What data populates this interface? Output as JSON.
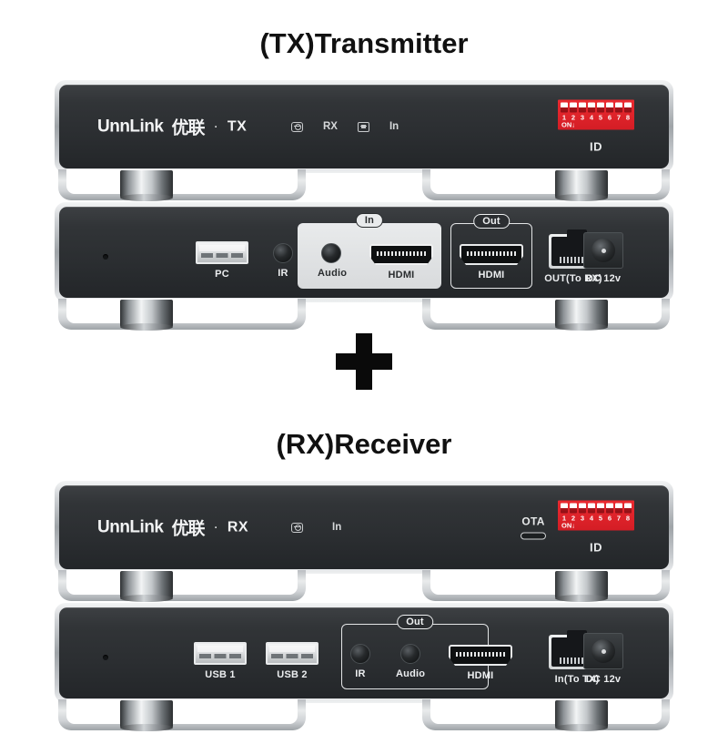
{
  "tx": {
    "title": "(TX)Transmitter",
    "front": {
      "brand": "UnnLink",
      "brand_cn": "优联",
      "separator": "·",
      "model": "TX",
      "indicators": [
        {
          "name": "link-indicator",
          "label": "",
          "icon": "link-icon"
        },
        {
          "name": "rx-indicator",
          "label": "RX",
          "icon": ""
        },
        {
          "name": "display-indicator",
          "label": "",
          "icon": "tv-icon"
        },
        {
          "name": "in-indicator",
          "label": "In",
          "icon": ""
        }
      ],
      "dip": {
        "numbers": [
          "1",
          "2",
          "3",
          "4",
          "5",
          "6",
          "7",
          "8"
        ],
        "on_label": "ON",
        "states": [
          "off",
          "off",
          "off",
          "off",
          "off",
          "off",
          "off",
          "off"
        ],
        "id_label": "ID"
      }
    },
    "rear": {
      "ports": [
        {
          "name": "pc-usb-port",
          "label": "PC",
          "type": "usb"
        },
        {
          "name": "ir-port",
          "label": "IR",
          "type": "jack"
        },
        {
          "name": "audio-in-port",
          "label": "Audio",
          "type": "jack"
        },
        {
          "name": "hdmi-in-port",
          "label": "HDMI",
          "type": "hdmi"
        },
        {
          "name": "hdmi-out-port",
          "label": "HDMI",
          "type": "hdmi"
        },
        {
          "name": "rj45-out-port",
          "label": "OUT(To RX)",
          "type": "rj45"
        },
        {
          "name": "dc-power-port",
          "label": "DC 12v",
          "type": "dc"
        }
      ],
      "group_in_tag": "In",
      "group_out_tag": "Out"
    }
  },
  "separator_symbol": "+",
  "rx": {
    "title": "(RX)Receiver",
    "front": {
      "brand": "UnnLink",
      "brand_cn": "优联",
      "separator": "·",
      "model": "RX",
      "indicators": [
        {
          "name": "link-indicator",
          "label": "",
          "icon": "link-icon"
        },
        {
          "name": "in-indicator",
          "label": "In",
          "icon": ""
        }
      ],
      "ota_label": "OTA",
      "dip": {
        "numbers": [
          "1",
          "2",
          "3",
          "4",
          "5",
          "6",
          "7",
          "8"
        ],
        "on_label": "ON",
        "states": [
          "off",
          "off",
          "off",
          "off",
          "off",
          "off",
          "off",
          "off"
        ],
        "id_label": "ID"
      }
    },
    "rear": {
      "ports": [
        {
          "name": "usb1-port",
          "label": "USB 1",
          "type": "usb"
        },
        {
          "name": "usb2-port",
          "label": "USB 2",
          "type": "usb"
        },
        {
          "name": "ir-port",
          "label": "IR",
          "type": "jack"
        },
        {
          "name": "audio-out-port",
          "label": "Audio",
          "type": "jack"
        },
        {
          "name": "hdmi-out-port",
          "label": "HDMI",
          "type": "hdmi"
        },
        {
          "name": "rj45-in-port",
          "label": "In(To TX)",
          "type": "rj45"
        },
        {
          "name": "dc-power-port",
          "label": "DC 12v",
          "type": "dc"
        }
      ],
      "group_out_tag": "Out"
    }
  },
  "colors": {
    "chassis_dark": "#2b2e31",
    "chassis_metal": "#cfd2d5",
    "dip_red": "#d41d25",
    "background": "#ffffff",
    "text_dark": "#111111"
  }
}
